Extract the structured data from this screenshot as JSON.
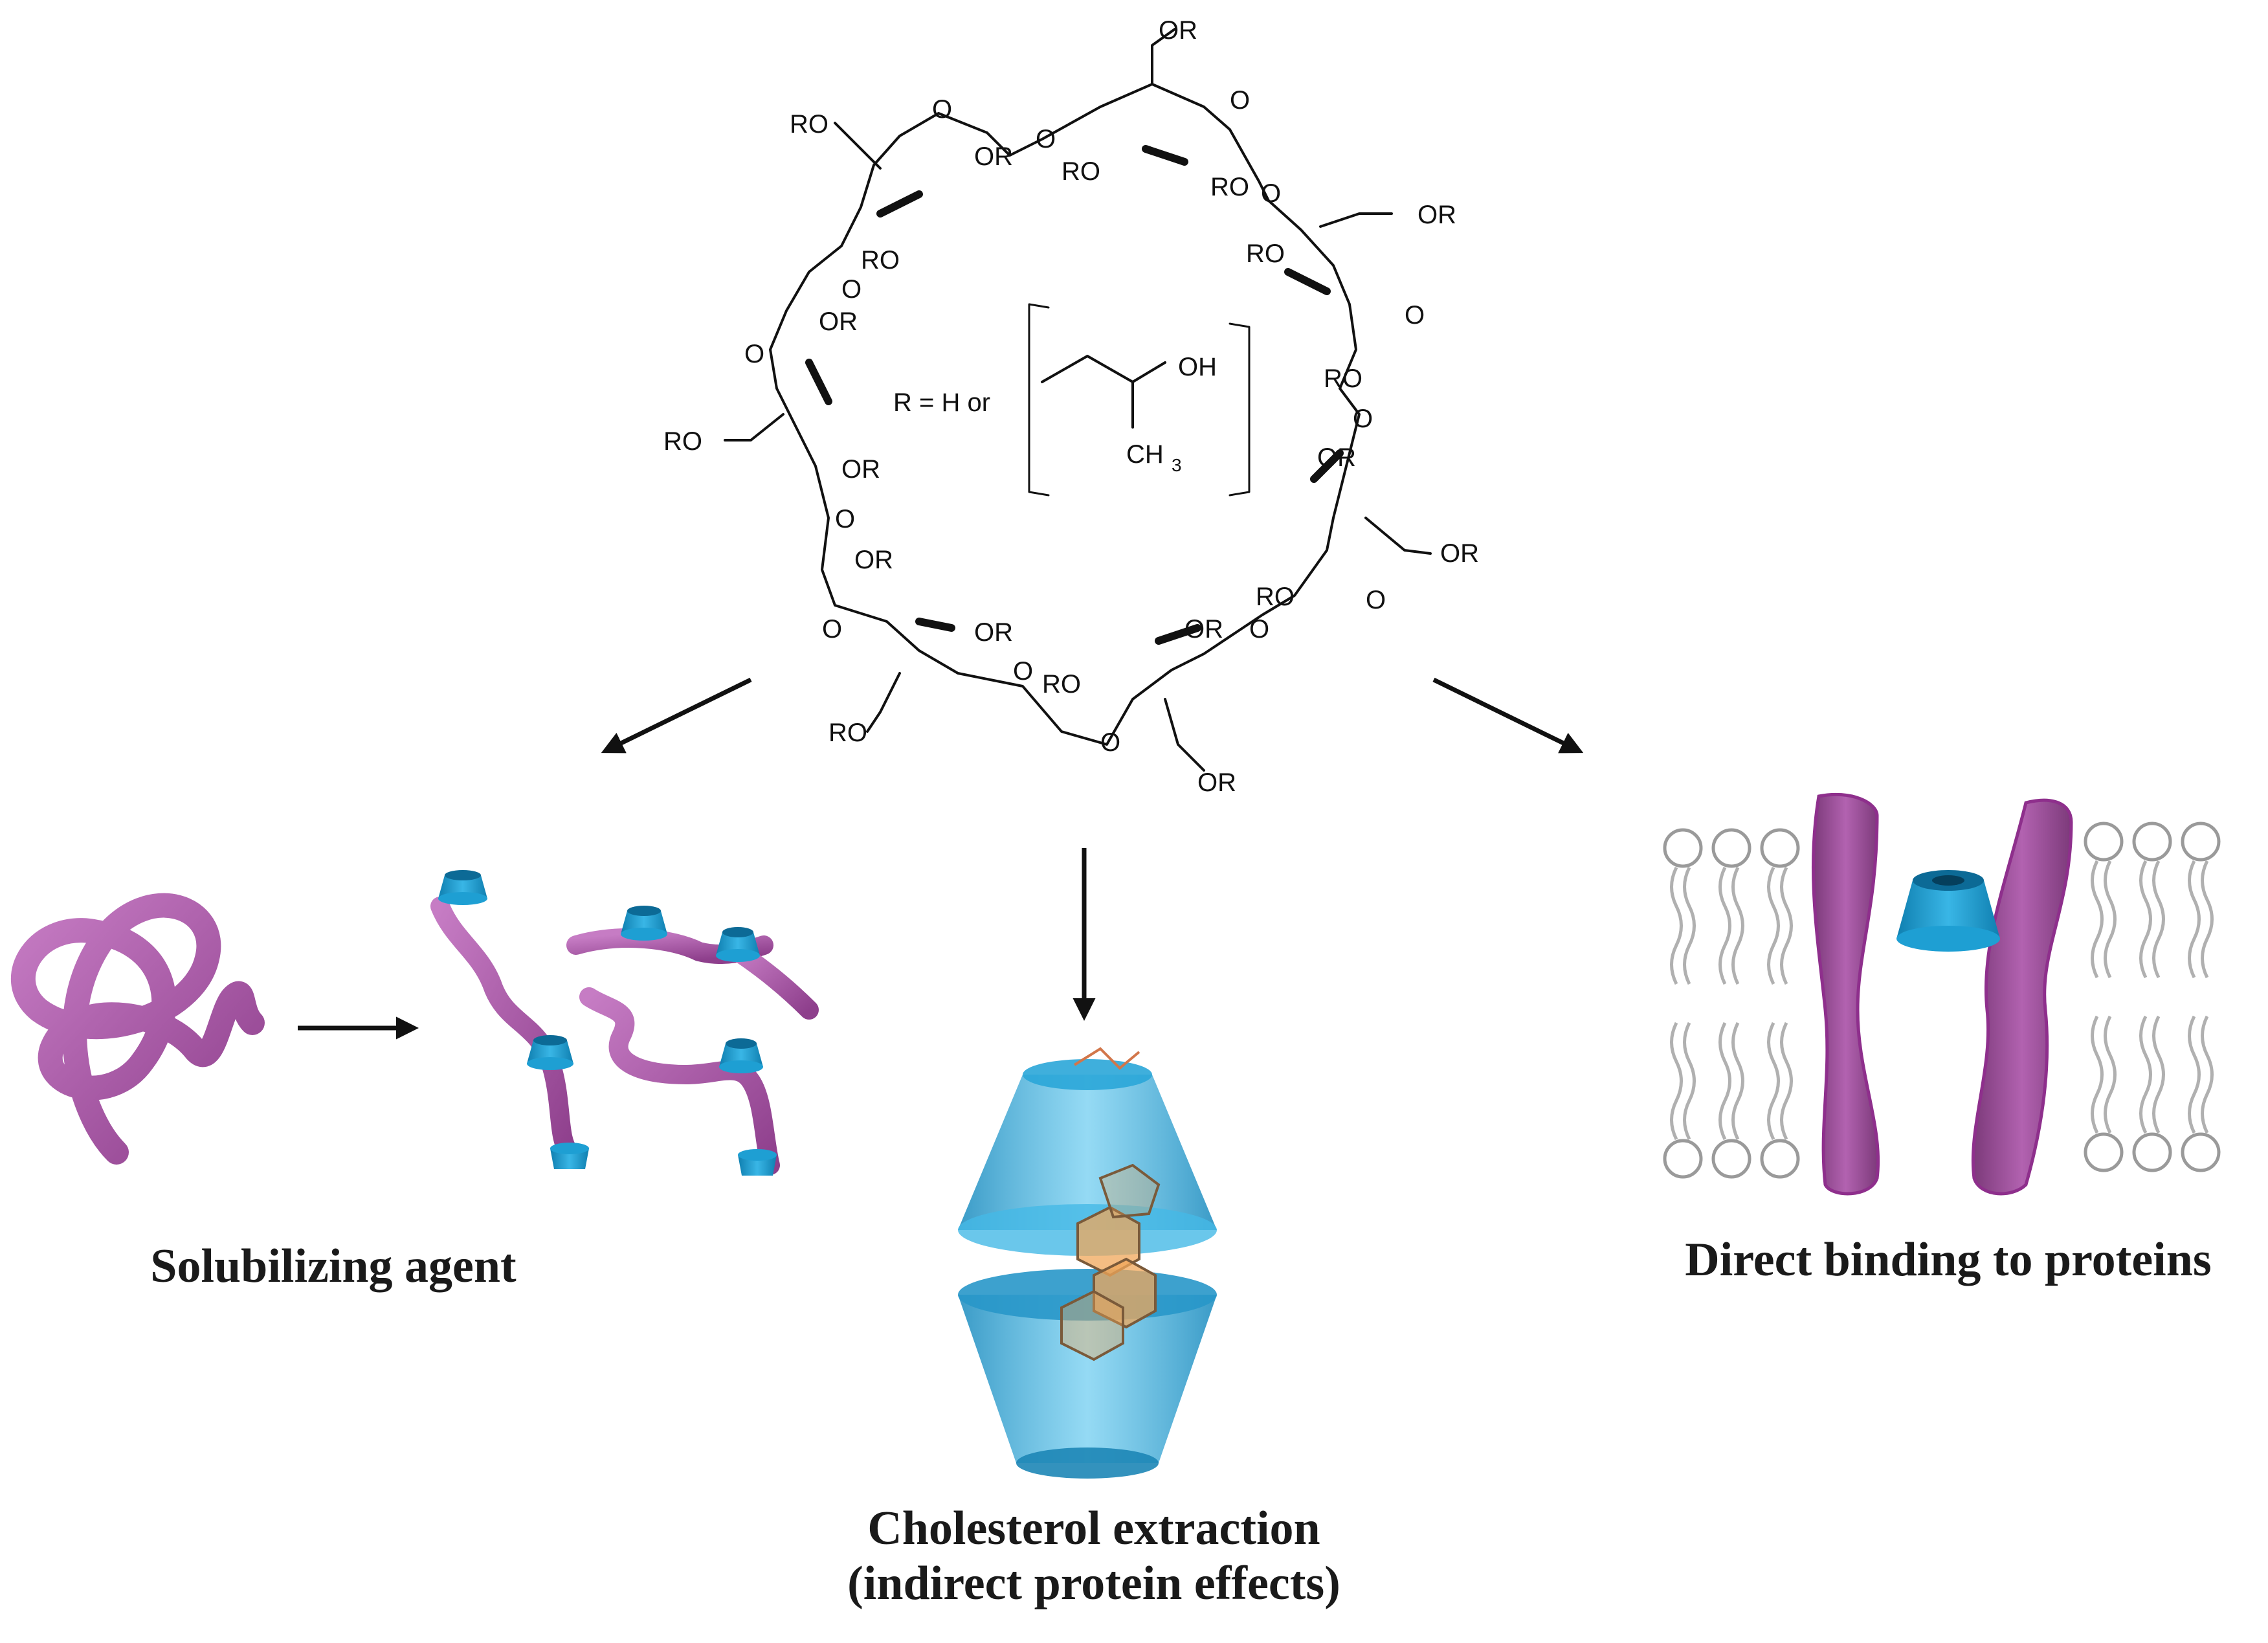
{
  "molecule": {
    "substituent_label": "RO",
    "substituent_label_alt": "OR",
    "ring_oxygen": "O",
    "r_definition_prefix": "R = H or",
    "hydroxyl": "OH",
    "methyl": "CH",
    "methyl_subscript": "3"
  },
  "captions": {
    "solubilizing": "Solubilizing agent",
    "cholesterol_line1": "Cholesterol extraction",
    "cholesterol_line2": "(indirect protein effects)",
    "direct_binding": "Direct binding to proteins"
  },
  "colors": {
    "cyclodextrin_blue": "#1e9fd3",
    "protein_purple": "#a04f9e",
    "cholesterol_orange": "#f0a75a",
    "lipid_gray": "#9a9a9a",
    "ink": "#111111"
  },
  "icons": [
    "cyclodextrin-cone-icon",
    "protein-coil-icon",
    "lipid-bilayer-icon",
    "cholesterol-icon"
  ]
}
